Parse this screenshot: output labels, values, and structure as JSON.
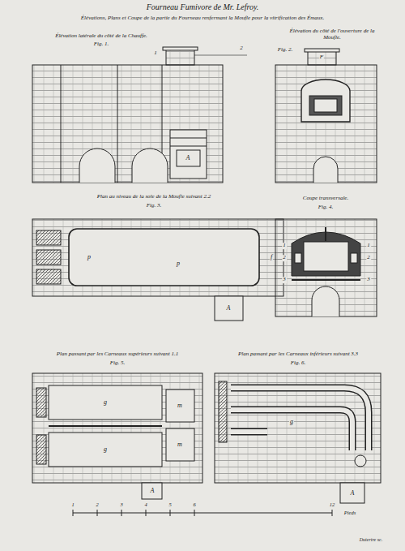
{
  "diagram": {
    "title": "Fourneau Fumivore de Mr. Lefroy.",
    "labels": [
      "Élévations, Plans et Coupe de la partie du Fourneau renfermant la Moufle pour la vitrification des Émaux.",
      "Élévation latérale du côté de la Chauffe.",
      "Fig. 1.",
      "Élévation du côté de l'ouverture de la Moufle.",
      "Fig. 2.",
      "Plan au niveau de la sole de la Moufle suivant 2.2",
      "Fig. 3.",
      "Coupe transversale.",
      "Fig. 4.",
      "Plan passant par les Carneaux supérieurs suivant 1.1",
      "Fig. 5.",
      "Plan passant par les Carneaux inférieurs suivant 3.3",
      "Fig. 6.",
      "A",
      "1",
      "2",
      "F",
      "A",
      "p",
      "p",
      "f",
      "1",
      "2",
      "3",
      "1",
      "2",
      "3",
      "A",
      "g",
      "g",
      "m",
      "m",
      "A",
      "g",
      "1",
      "2",
      "3",
      "4",
      "5",
      "6",
      "12",
      "Pieds",
      "Dutertre sc."
    ]
  }
}
